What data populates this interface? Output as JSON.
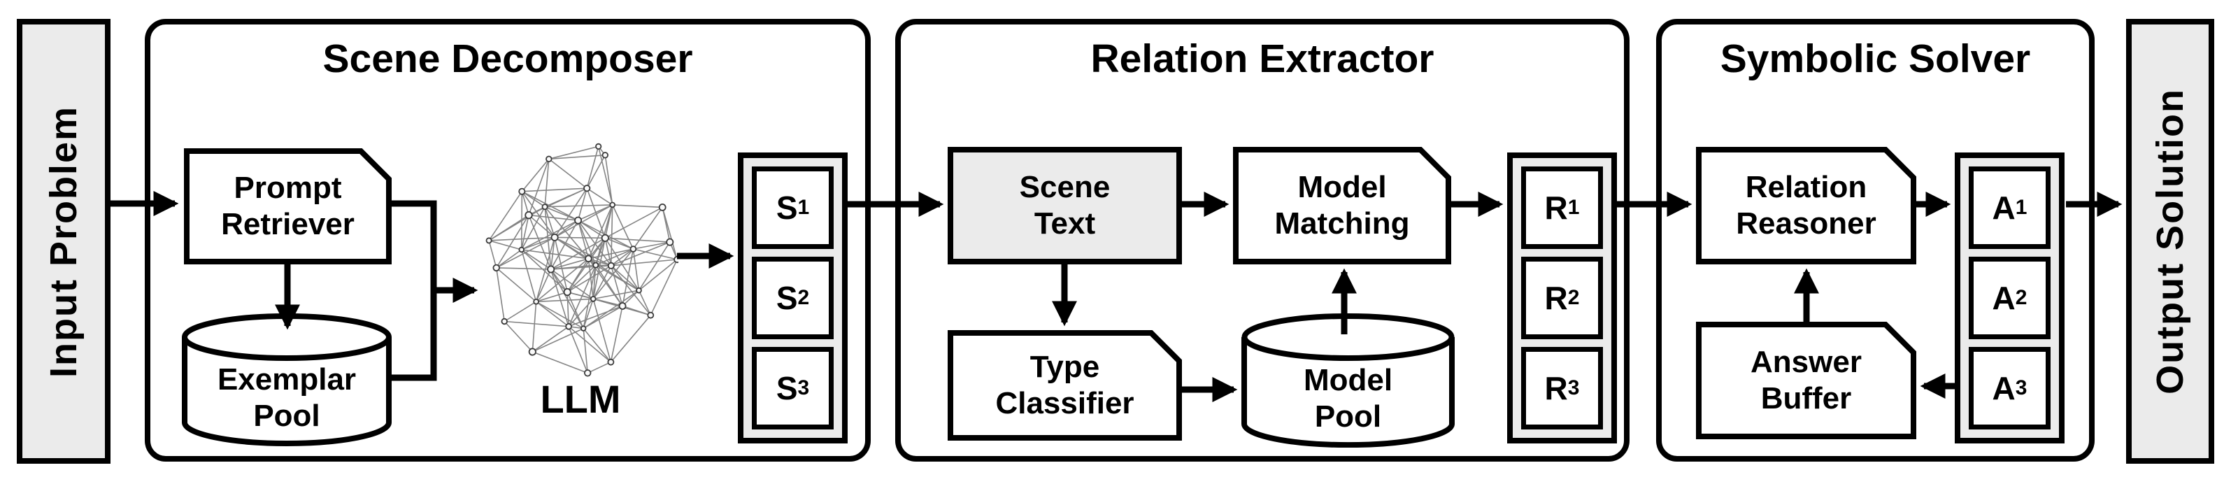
{
  "colors": {
    "line": "#000000",
    "gray_fill": "#ebebeb",
    "white_fill": "#ffffff",
    "mesh_stroke": "#666666",
    "mesh_node_fill": "#fafafa"
  },
  "input_panel": {
    "label": "Input Problem"
  },
  "output_panel": {
    "label": "Output Solution"
  },
  "scene_decomposer": {
    "title": "Scene Decomposer",
    "prompt_retriever": {
      "line1": "Prompt",
      "line2": "Retriever"
    },
    "exemplar_pool": {
      "line1": "Exemplar",
      "line2": "Pool"
    },
    "llm_label": "LLM",
    "outputs": [
      {
        "base": "S",
        "sub": "1"
      },
      {
        "base": "S",
        "sub": "2"
      },
      {
        "base": "S",
        "sub": "3"
      }
    ]
  },
  "relation_extractor": {
    "title": "Relation Extractor",
    "scene_text": {
      "line1": "Scene",
      "line2": "Text"
    },
    "model_matching": {
      "line1": "Model",
      "line2": "Matching"
    },
    "type_classifier": {
      "line1": "Type",
      "line2": "Classifier"
    },
    "model_pool": {
      "line1": "Model",
      "line2": "Pool"
    },
    "outputs": [
      {
        "base": "R",
        "sub": "1"
      },
      {
        "base": "R",
        "sub": "2"
      },
      {
        "base": "R",
        "sub": "3"
      }
    ]
  },
  "symbolic_solver": {
    "title": "Symbolic Solver",
    "relation_reasoner": {
      "line1": "Relation",
      "line2": "Reasoner"
    },
    "answer_buffer": {
      "line1": "Answer",
      "line2": "Buffer"
    },
    "outputs": [
      {
        "base": "A",
        "sub": "1"
      },
      {
        "base": "A",
        "sub": "2"
      },
      {
        "base": "A",
        "sub": "3"
      }
    ]
  }
}
